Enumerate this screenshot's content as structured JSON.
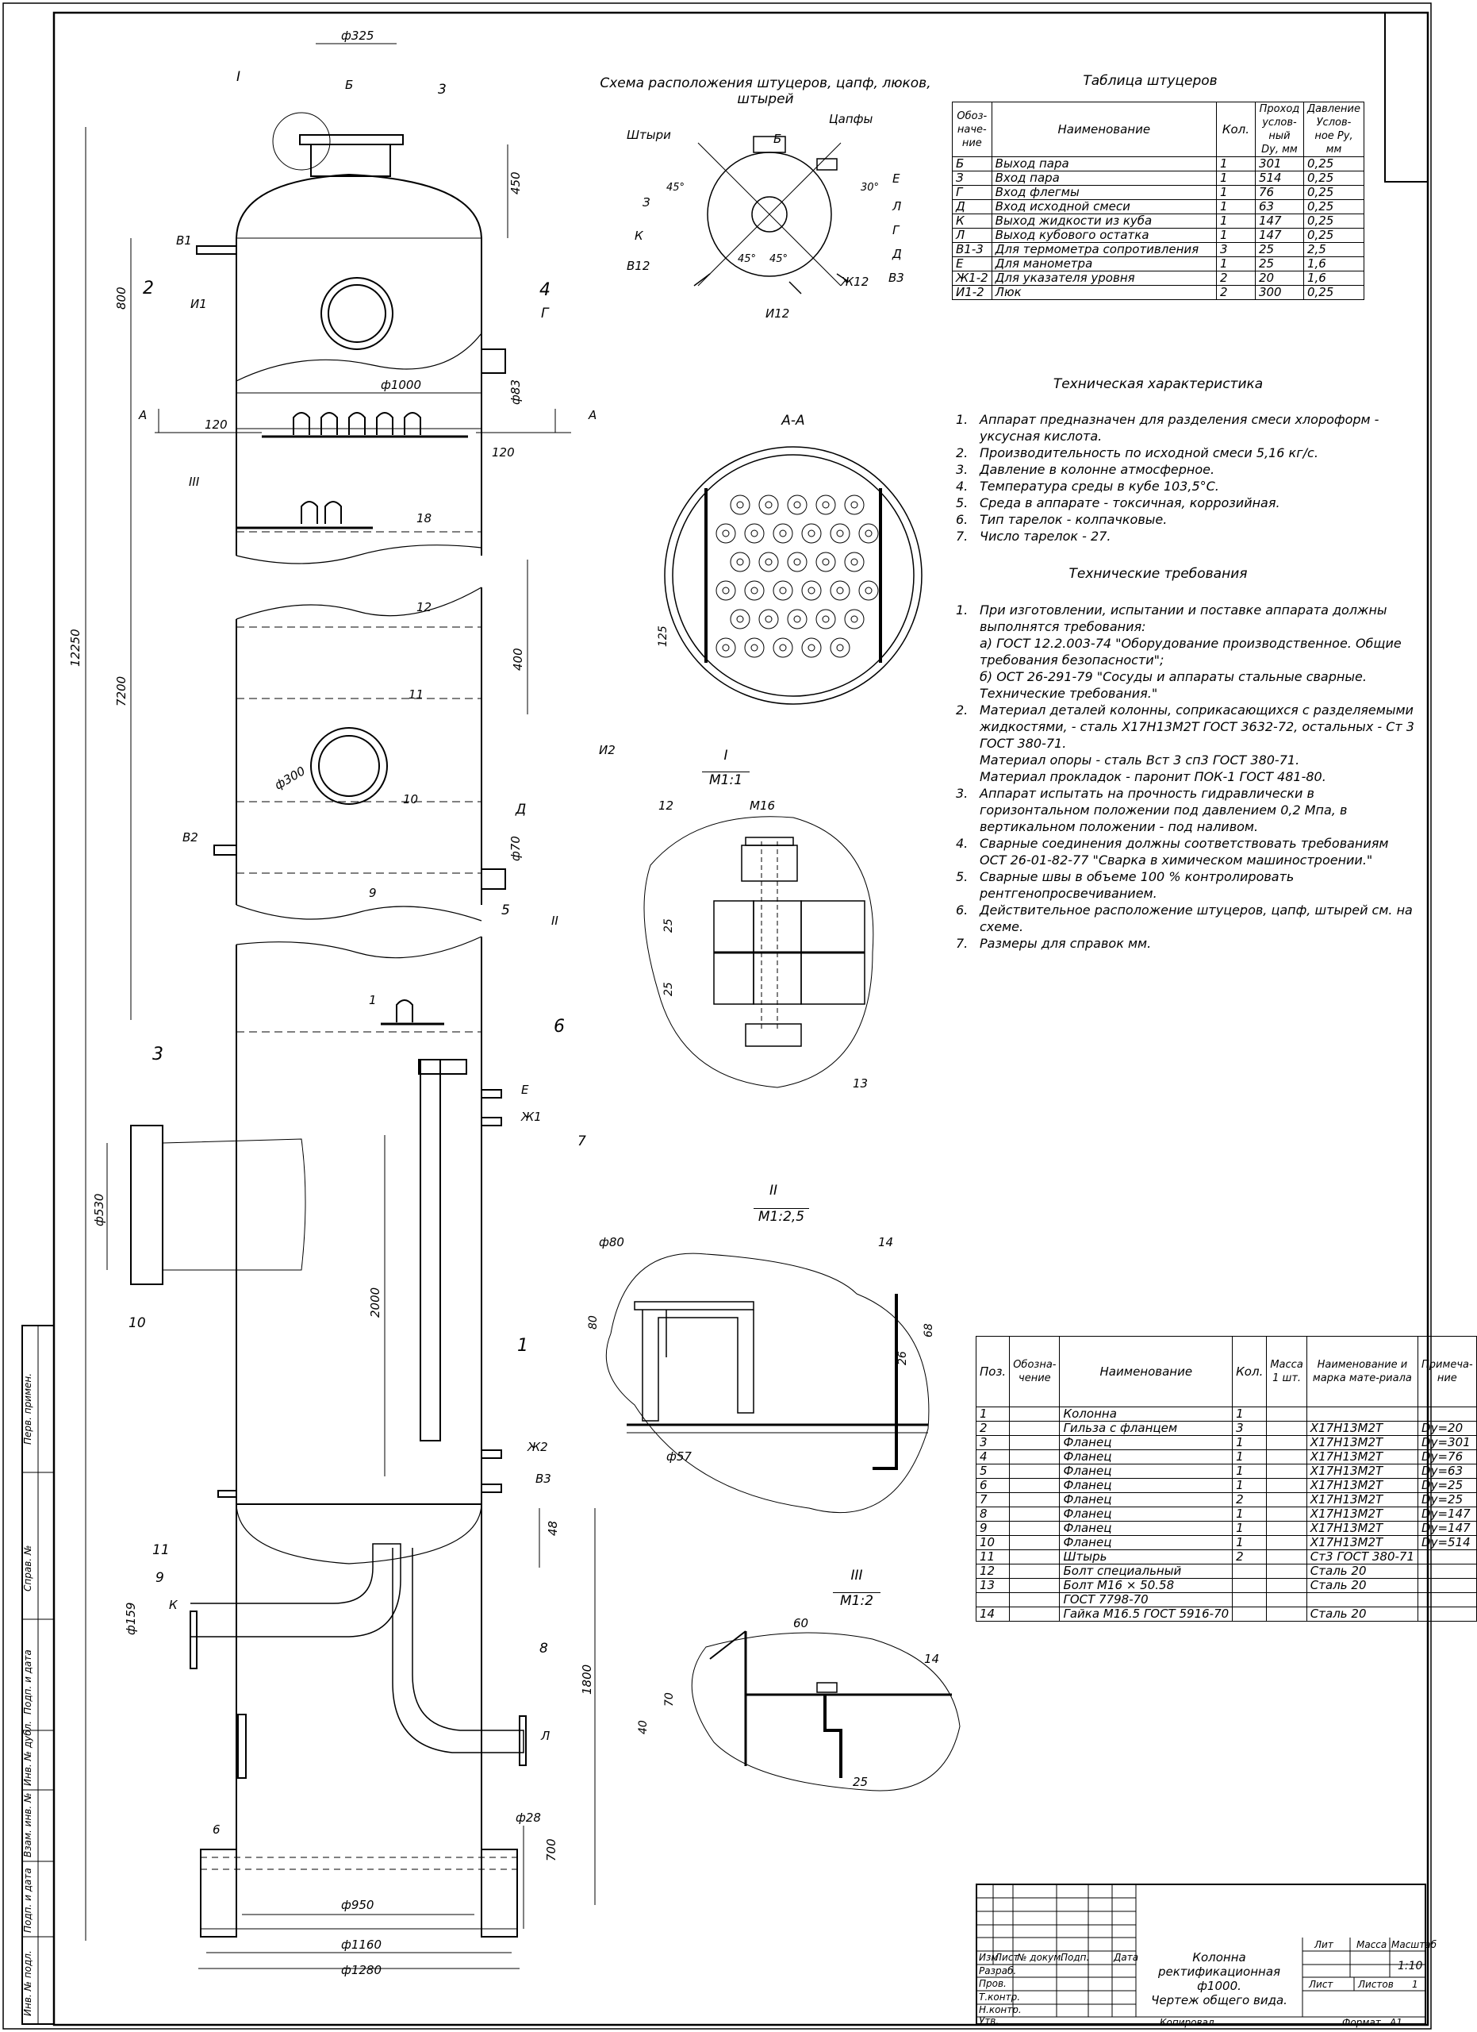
{
  "titles": {
    "scheme": "Схема расположения штуцеров, цапф, люков, штырей",
    "nozzle_table": "Таблица штуцеров",
    "tech_char": "Техническая характеристика",
    "tech_req": "Технические требования",
    "section_aa": "А-А",
    "view_I": "I",
    "view_I_scale": "М1:1",
    "view_II": "II",
    "view_II_scale": "М1:2,5",
    "view_III": "III",
    "view_III_scale": "М1:2"
  },
  "nozzle_table": {
    "headers": [
      "Обоз-наче-ние",
      "Наименование",
      "Кол.",
      "Проход услов-ный Dу, мм",
      "Давление Услов-ное Pу, мм"
    ],
    "rows": [
      [
        "Б",
        "Выход пара",
        "1",
        "301",
        "0,25"
      ],
      [
        "З",
        "Вход пара",
        "1",
        "514",
        "0,25"
      ],
      [
        "Г",
        "Вход флегмы",
        "1",
        "76",
        "0,25"
      ],
      [
        "Д",
        "Вход исходной смеси",
        "1",
        "63",
        "0,25"
      ],
      [
        "К",
        "Выход жидкости из куба",
        "1",
        "147",
        "0,25"
      ],
      [
        "Л",
        "Выход кубового остатка",
        "1",
        "147",
        "0,25"
      ],
      [
        "В1-3",
        "Для термометра сопротивления",
        "3",
        "25",
        "2,5"
      ],
      [
        "Е",
        "Для манометра",
        "1",
        "25",
        "1,6"
      ],
      [
        "Ж1-2",
        "Для указателя уровня",
        "2",
        "20",
        "1,6"
      ],
      [
        "И1-2",
        "Люк",
        "2",
        "300",
        "0,25"
      ]
    ]
  },
  "tech_char": [
    {
      "n": "1.",
      "t": "Аппарат предназначен для разделения смеси хлороформ - уксусная кислота."
    },
    {
      "n": "2.",
      "t": "Производительность по исходной смеси 5,16 кг/с."
    },
    {
      "n": "3.",
      "t": "Давление в колонне атмосферное."
    },
    {
      "n": "4.",
      "t": "Температура среды в кубе 103,5°С."
    },
    {
      "n": "5.",
      "t": "Среда в аппарате - токсичная, коррозийная."
    },
    {
      "n": "6.",
      "t": "Тип тарелок - колпачковые."
    },
    {
      "n": "7.",
      "t": "Число тарелок - 27."
    }
  ],
  "tech_req": {
    "r1": "При изготовлении, испытании и поставке аппарата должны выполнятся требования:",
    "r1a": "а)  ГОСТ 12.2.003-74 \"Оборудование производственное. Общие требования безопасности\";",
    "r1b": "б)  ОСТ 26-291-79 \"Сосуды и аппараты стальные сварные. Технические требования.\"",
    "r2": "Материал деталей колонны, соприкасающихся с разделяемыми жидкостями, - сталь Х17Н13М2Т ГОСТ 3632-72, остальных - Ст 3 ГОСТ 380-71.",
    "r2b": "Материал опоры - сталь Вст 3 сп3 ГОСТ 380-71.",
    "r2c": "Материал прокладок - паронит ПОК-1 ГОСТ 481-80.",
    "r3": "Аппарат испытать на прочность гидравлически в горизонтальном положении под давлением 0,2 Мпа, в вертикальном положении - под наливом.",
    "r4": "Сварные соединения должны соответствовать требованиям ОСТ 26-01-82-77 \"Сварка в химическом машиностроении.\"",
    "r5": "Сварные швы в объеме 100 % контролировать рентгенопросвечиванием.",
    "r6": "Действительное расположение штуцеров, цапф, штырей см. на схеме.",
    "r7": "Размеры для справок мм."
  },
  "bom": {
    "headers": [
      "Поз.",
      "Обозна-чение",
      "Наименование",
      "Кол.",
      "Масса 1 шт.",
      "Наименование и марка мате-риала",
      "Примеча-ние"
    ],
    "rows": [
      [
        "1",
        "",
        "Колонна",
        "1",
        "",
        "",
        ""
      ],
      [
        "2",
        "",
        "Гильза с фланцем",
        "3",
        "",
        "Х17Н13М2Т",
        "Dу=20"
      ],
      [
        "3",
        "",
        "Фланец",
        "1",
        "",
        "Х17Н13М2Т",
        "Dу=301"
      ],
      [
        "4",
        "",
        "Фланец",
        "1",
        "",
        "Х17Н13М2Т",
        "Dу=76"
      ],
      [
        "5",
        "",
        "Фланец",
        "1",
        "",
        "Х17Н13М2Т",
        "Dу=63"
      ],
      [
        "6",
        "",
        "Фланец",
        "1",
        "",
        "Х17Н13М2Т",
        "Dу=25"
      ],
      [
        "7",
        "",
        "Фланец",
        "2",
        "",
        "Х17Н13М2Т",
        "Dу=25"
      ],
      [
        "8",
        "",
        "Фланец",
        "1",
        "",
        "Х17Н13М2Т",
        "Dу=147"
      ],
      [
        "9",
        "",
        "Фланец",
        "1",
        "",
        "Х17Н13М2Т",
        "Dу=147"
      ],
      [
        "10",
        "",
        "Фланец",
        "1",
        "",
        "Х17Н13М2Т",
        "Dу=514"
      ],
      [
        "11",
        "",
        "Штырь",
        "2",
        "",
        "Ст3 ГОСТ 380-71",
        ""
      ],
      [
        "12",
        "",
        "Болт специальный",
        "",
        "",
        "Сталь 20",
        ""
      ],
      [
        "13",
        "",
        "Болт М16 × 50.58",
        "",
        "",
        "Сталь 20",
        ""
      ],
      [
        "",
        "",
        "ГОСТ 7798-70",
        "",
        "",
        "",
        ""
      ],
      [
        "14",
        "",
        "Гайка М16.5 ГОСТ 5916-70",
        "",
        "",
        "Сталь 20",
        ""
      ]
    ]
  },
  "title_block": {
    "name_line1": "Колонна ректификационная",
    "name_line2": "ф1000.",
    "name_line3": "Чертеж общего вида.",
    "lit": "Лит",
    "mass": "Масса",
    "scale": "Масштаб",
    "scale_value": "1:10",
    "sheet": "Лист",
    "sheets": "Листов",
    "sheets_value": "1",
    "izm": "Изм",
    "list": "Лист",
    "doc": "№ докум.",
    "podp": "Подп.",
    "date": "Дата",
    "razrab": "Разраб.",
    "prov": "Пров.",
    "tkontr": "Т.контр.",
    "nkontr": "Н.контр.",
    "utv": "Утв.",
    "copied": "Копировал",
    "format": "Формат",
    "format_value": "А1"
  },
  "side_stamp": [
    "Перв. примен.",
    "Справ. №",
    "Подп. и дата",
    "Инв. № дубл.",
    "Взам. инв. №",
    "Подп. и дата",
    "Инв. № подл."
  ],
  "dims": {
    "d325": "ф325",
    "h450": "450",
    "h800": "800",
    "h12250": "12250",
    "h7200": "7200",
    "d1000": "ф1000",
    "w120a": "120",
    "w120b": "120",
    "d83": "ф83",
    "h400": "400",
    "d300": "ф300",
    "d70": "ф70",
    "d530": "ф530",
    "h2000": "2000",
    "h48": "48",
    "d159": "ф159",
    "h1800": "1800",
    "d28": "ф28",
    "h700": "700",
    "w6": "6",
    "d950": "ф950",
    "d1160": "ф1160",
    "d1280": "ф1280",
    "h125": "125",
    "m16": "М16",
    "h25a": "25",
    "h25b": "25",
    "d80": "ф80",
    "h80": "80",
    "d57": "ф57",
    "h26": "26",
    "h68": "68",
    "w60": "60",
    "h70": "70",
    "h40": "40",
    "w25": "25",
    "a45a": "45°",
    "a45b": "45°",
    "a45c": "45°",
    "a30": "30°"
  },
  "labels": {
    "B": "Б",
    "Z": "З",
    "G": "Г",
    "D": "Д",
    "K": "К",
    "L": "Л",
    "E": "Е",
    "B1": "В1",
    "B2": "В2",
    "B3": "В3",
    "I1": "И1",
    "I2": "И2",
    "Zh1": "Ж1",
    "Zh2": "Ж2",
    "A_left": "А",
    "A_right": "А",
    "I_ref": "I",
    "II_ref": "II",
    "III_ref": "III",
    "B12": "В12",
    "I12": "И12",
    "Zh12": "Ж12",
    "shtyri": "Штыри",
    "tsapfy": "Цапфы",
    "tray18": "18",
    "tray12": "12",
    "tray11": "11",
    "tray10": "10",
    "tray9": "9",
    "tray1": "1"
  },
  "positions": {
    "p1": "1",
    "p2": "2",
    "p3": "3",
    "p3b": "3",
    "p4": "4",
    "p5": "5",
    "p6": "6",
    "p7": "7",
    "p8": "8",
    "p9": "9",
    "p10": "10",
    "p11": "11",
    "p12": "12",
    "p13": "13",
    "p14a": "14",
    "p14b": "14"
  }
}
